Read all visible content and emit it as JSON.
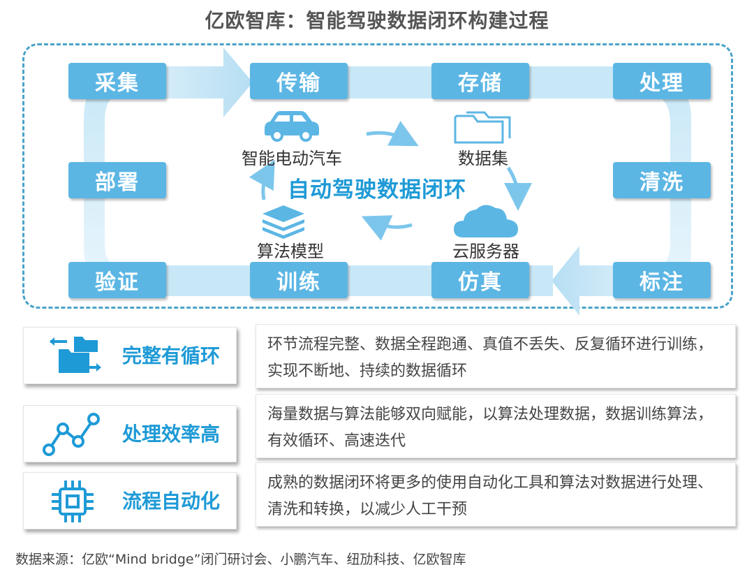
{
  "title": "亿欧智库：智能驾驶数据闭环构建过程",
  "loop": {
    "stages": {
      "collect": "采集",
      "transmit": "传输",
      "store": "存储",
      "process": "处理",
      "deploy": "部署",
      "clean": "清洗",
      "validate": "验证",
      "train": "训练",
      "simulate": "仿真",
      "annotate": "标注"
    },
    "center_title": "自动驾驶数据闭环",
    "nodes": {
      "car": "智能电动汽车",
      "dataset": "数据集",
      "cloud": "云服务器",
      "model": "算法模型"
    },
    "icons": [
      "car-icon",
      "folder-icon",
      "cloud-icon",
      "layers-icon"
    ]
  },
  "features": [
    {
      "title": "完整有循环",
      "icon": "folder-exchange-icon",
      "description": "环节流程完整、数据全程跑通、真值不丢失、反复循环进行训练，实现不断地、持续的数据循环"
    },
    {
      "title": "处理效率高",
      "icon": "line-graph-icon",
      "description": "海量数据与算法能够双向赋能，以算法处理数据，数据训练算法，有效循环、高速迭代"
    },
    {
      "title": "流程自动化",
      "icon": "chip-icon",
      "description": "成熟的数据闭环将更多的使用自动化工具和算法对数据进行处理、清洗和转换，以减少人工干预"
    }
  ],
  "source": "数据来源：亿欧“Mind bridge”闭门研讨会、小鹏汽车、纽劢科技、亿欧智库",
  "colors": {
    "accent": "#1e9ad6",
    "stage_fill": "#5cb6e4",
    "flow_band": "#c9e8f7",
    "frame": "#4aa3c9"
  }
}
